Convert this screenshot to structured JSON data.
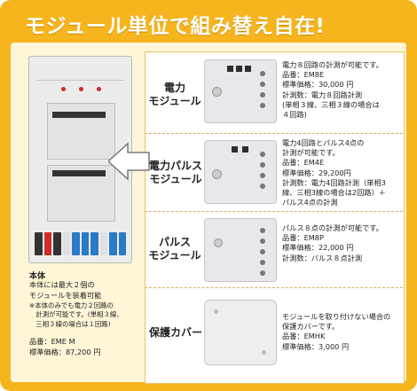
{
  "title": "モジュール単位で組み替え自在!",
  "main_unit": {
    "heading": "本体",
    "description": "本体には最大２個の\nモジュールを装着可能",
    "note": "※本体のみでも電力２回路の\n　計測が可能です。(単相３線、\n　三相３線の場合は１回路)",
    "spec": "品番：EME M\n標準価格：87,200 円"
  },
  "modules": [
    {
      "label": "電力\nモジュール",
      "description": "電力８回路の計測が可能です。\n品番：EM8E\n標準価格：30,000 円\n計測数：電力８回路計測\n(単相３線、三相３線の場合は\n４回路)"
    },
    {
      "label": "電力パルス\nモジュール",
      "description": "電力4回路とパルス4点の\n計測が可能です。\n品番：EM4E\n標準価格：29,200円\n計測数：電力4回路計測（単相3\n線、三相3線の場合は2回路）＋\nパルス4点の計測"
    },
    {
      "label": "パルス\nモジュール",
      "description": "パルス８点の計測が可能です。\n品番：EM8P\n標準価格：22,000 円\n計測数：パルス８点計測"
    },
    {
      "label": "保護カバー",
      "description": "モジュールを取り付けない場合の\n保護カバーです。\n品番：EMHK\n標準価格：3,000 円"
    }
  ],
  "colors": {
    "frame": "#f6b51d",
    "inner": "#fff6d8",
    "arrow": "#ffffff",
    "led": "#cf2b2b"
  }
}
